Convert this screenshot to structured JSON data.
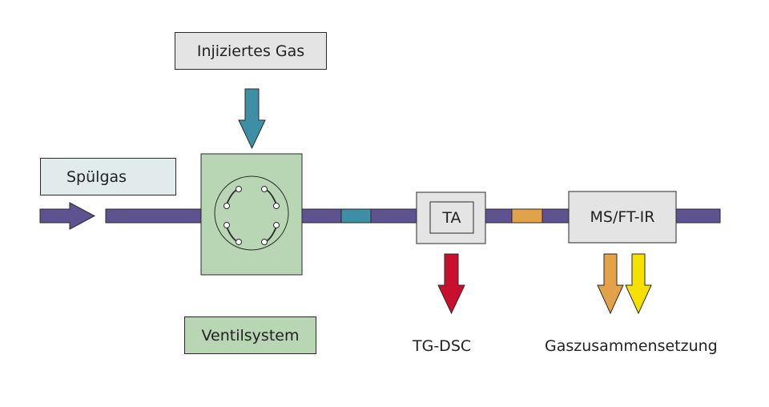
{
  "labels": {
    "injected_gas": "Injiziertes Gas",
    "purge_gas": "Spülgas",
    "valve_system": "Ventilsystem",
    "ta": "TA",
    "ms_ftir": "MS/FT-IR",
    "tg_dsc": "TG-DSC",
    "gas_composition": "Gaszusammensetzung"
  },
  "icons": {
    "purge_gas_arrow": "right-arrow-icon",
    "injected_gas_arrow": "down-arrow-icon",
    "ta_output_arrow": "down-arrow-icon",
    "ms_output_arrows": "down-arrow-icon"
  },
  "colors": {
    "pipe": "#5e5390",
    "pipe_outline": "#2a2a2a",
    "injected_gas_arrow": "#3d8fa6",
    "purge_gas_arrow": "#5e5390",
    "valve_box": "#b8d6b4",
    "label_box_gray": "#e4e4e4",
    "label_box_blue": "#e2ebec",
    "label_box_green": "#b8d6b4",
    "segment_teal": "#3d8fa6",
    "segment_orange": "#e2a24a",
    "ta_arrow": "#c8102e",
    "ms_arrow_orange": "#e2a24a",
    "ms_arrow_yellow": "#f5e000"
  }
}
